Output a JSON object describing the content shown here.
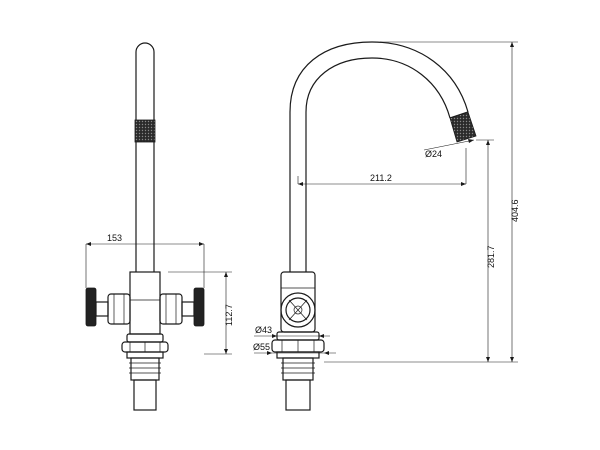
{
  "dimensions": {
    "width_153": "153",
    "height_112_7": "112.7",
    "reach_211_2": "211.2",
    "spout_dia_24": "Ø24",
    "height_281_7": "281.7",
    "height_404_6": "404.6",
    "dia_43": "Ø43",
    "dia_55": "Ø55"
  },
  "colors": {
    "ink": "#1a1a1a",
    "fill_dark": "#222222"
  }
}
